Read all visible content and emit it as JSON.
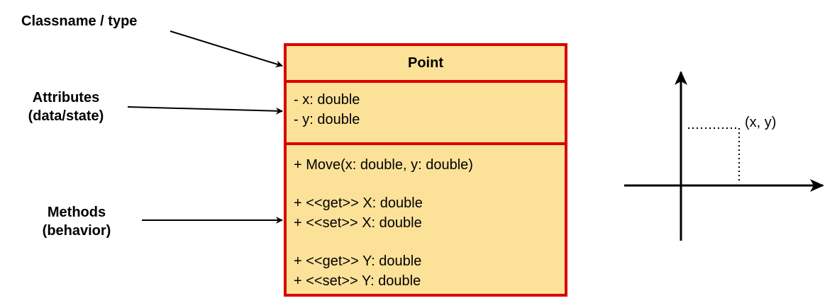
{
  "annotations": {
    "classname": "Classname / type",
    "attributes": [
      "Attributes",
      "(data/state)"
    ],
    "methods": [
      "Methods",
      "(behavior)"
    ]
  },
  "class_box": {
    "name": "Point",
    "attributes": [
      "- x: double",
      "- y: double"
    ],
    "method_groups": [
      [
        "+ Move(x: double, y: double)"
      ],
      [
        "+ <<get>> X: double",
        "+ <<set>> X: double"
      ],
      [
        "+ <<get>> Y: double",
        "+ <<set>> Y: double"
      ]
    ],
    "border_color": "#d90000",
    "fill_color": "#fce199"
  },
  "coordinate_plot": {
    "point_label": "(x, y)"
  }
}
